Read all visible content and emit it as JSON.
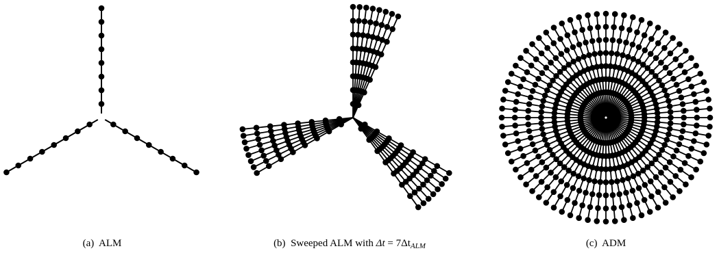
{
  "panels": [
    {
      "id": "a",
      "caption_tag": "(a)",
      "caption_text": "ALM",
      "blades": 3,
      "points_per_blade": 8
    },
    {
      "id": "b",
      "caption_tag": "(b)",
      "caption_text": "Sweeped ALM with",
      "caption_formula": {
        "lhs": "Δt",
        "rhs_coef": "7Δt",
        "rhs_sub": "ALM"
      },
      "blades": 3,
      "lines_per_blade": 8,
      "points_per_line": 8
    },
    {
      "id": "c",
      "caption_tag": "(c)",
      "caption_text": "ADM",
      "rings": 8,
      "spokes": 72
    }
  ],
  "colors": {
    "ink": "#000000",
    "background": "#ffffff"
  }
}
